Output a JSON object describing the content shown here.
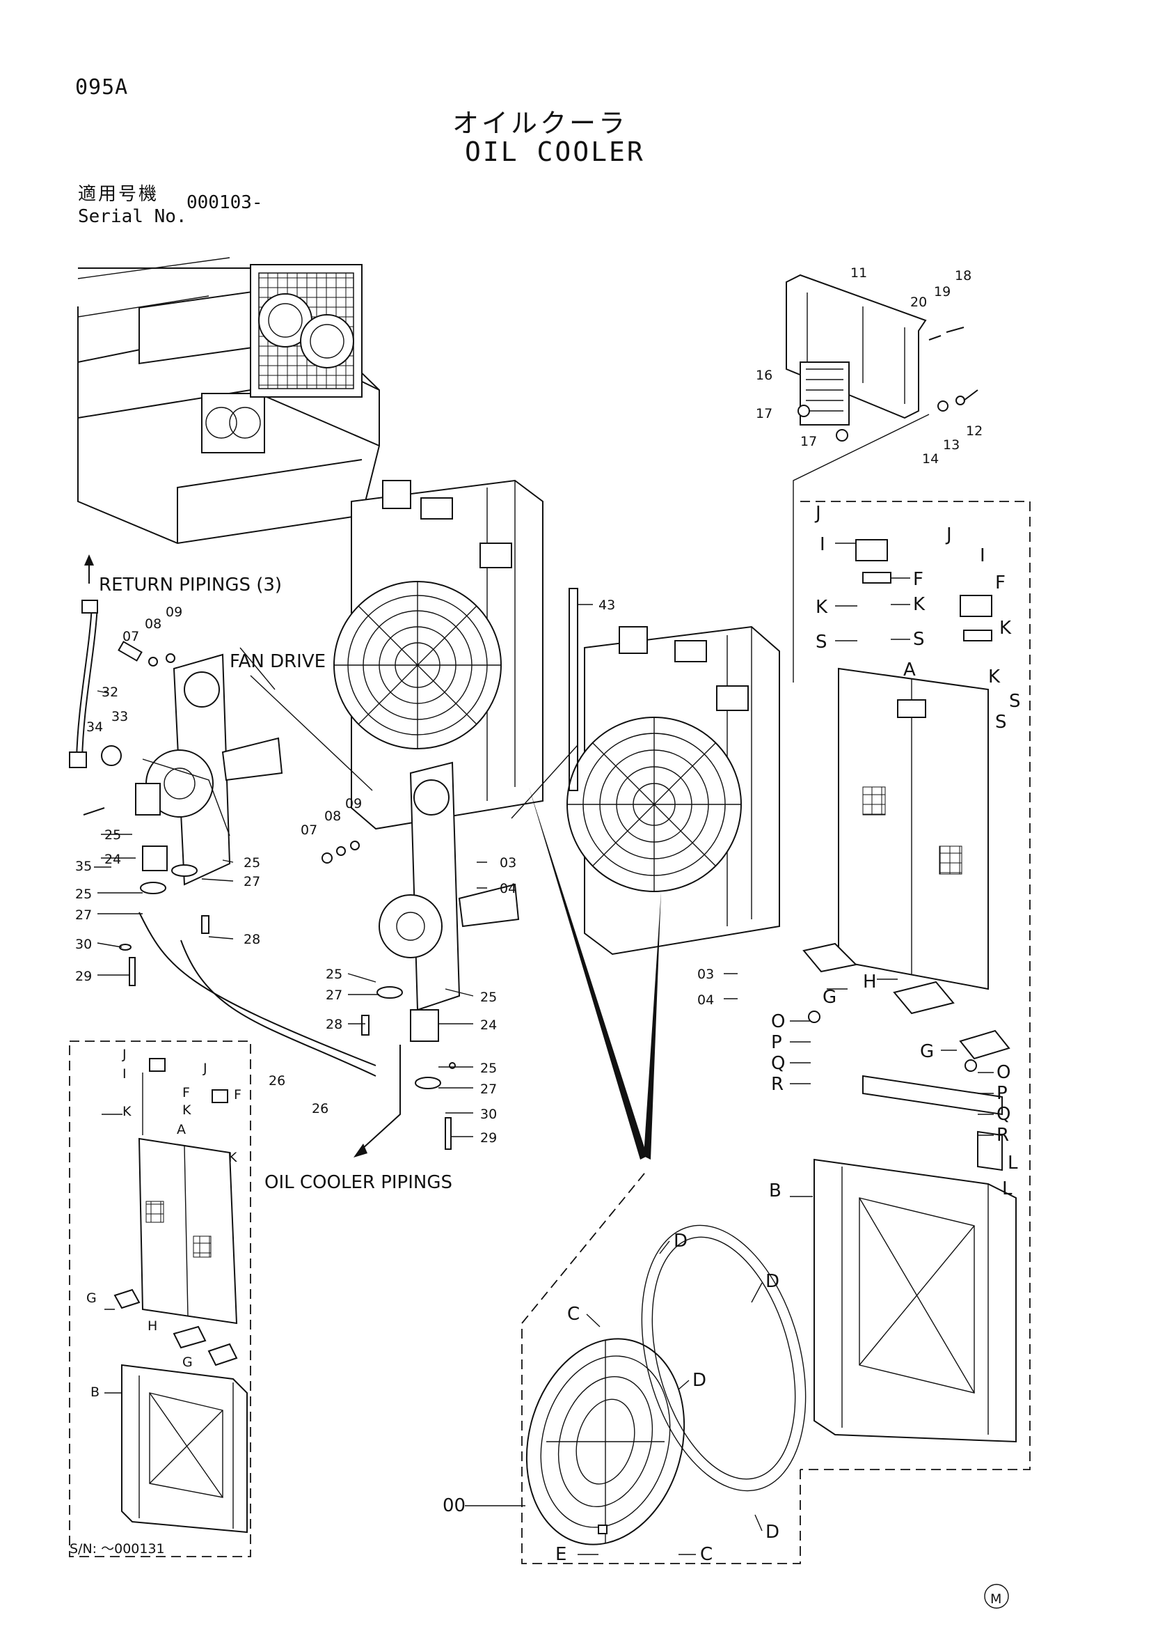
{
  "header": {
    "code": "095A",
    "title_jp": "オイルクーラ",
    "title_en": "OIL COOLER",
    "serial_label_jp": "適用号機",
    "serial_label_en": "Serial No.",
    "serial_value": "000103-"
  },
  "annotations": {
    "return_pipings": "RETURN PIPINGS (3)",
    "fan_drive": "FAN DRIVE",
    "oil_cooler_pipings": "OIL COOLER PIPINGS",
    "sn_range": "S/N: ～000131",
    "mark": "M"
  },
  "callouts": {
    "top_group": [
      "11",
      "20",
      "19",
      "18",
      "16",
      "17",
      "17",
      "14",
      "13",
      "12"
    ],
    "fan_drive_left": [
      "07",
      "08",
      "09",
      "32",
      "34",
      "33",
      "35",
      "25",
      "24",
      "25",
      "27",
      "25",
      "27",
      "28",
      "30",
      "29"
    ],
    "fan_drive_center": [
      "07",
      "08",
      "09",
      "03",
      "04",
      "25",
      "27",
      "28",
      "25",
      "24",
      "25",
      "27",
      "30",
      "29",
      "26",
      "26",
      "43",
      "03",
      "04"
    ],
    "right_box": [
      "J",
      "I",
      "F",
      "K",
      "K",
      "S",
      "S",
      "J",
      "I",
      "F",
      "K",
      "K",
      "S",
      "S",
      "A",
      "G",
      "H",
      "G",
      "O",
      "P",
      "Q",
      "R",
      "O",
      "P",
      "Q",
      "R",
      "L",
      "L",
      "B"
    ],
    "bottom_box": [
      "D",
      "D",
      "C",
      "D",
      "00",
      "D",
      "E",
      "C"
    ],
    "inset_box": [
      "J",
      "I",
      "J",
      "F",
      "K",
      "F",
      "K",
      "K",
      "A",
      "G",
      "H",
      "G",
      "B"
    ]
  }
}
